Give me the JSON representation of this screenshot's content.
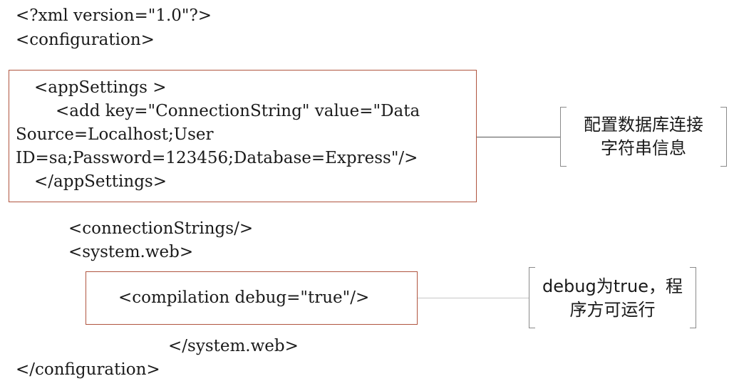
{
  "code": {
    "line_xml_decl": "<?xml version=\"1.0\"?>",
    "line_config_open": "<configuration>",
    "line_appsettings_open": "<appSettings >",
    "line_add_1": "<add key=\"ConnectionString\" value=\"Data",
    "line_add_2": "Source=Localhost;User",
    "line_add_3": "ID=sa;Password=123456;Database=Express\"/>",
    "line_appsettings_close": "</appSettings>",
    "line_connstrings": "<connectionStrings/>",
    "line_systemweb_open": "<system.web>",
    "line_compilation": "<compilation debug=\"true\"/>",
    "line_systemweb_close": "</system.web>",
    "line_config_close": "</configuration>"
  },
  "callouts": {
    "connection": {
      "line1": "配置数据库连接",
      "line2": "字符串信息"
    },
    "debug": {
      "line1": "debug为true，程",
      "line2": "序方可运行"
    }
  },
  "colors": {
    "box_border": "#b0553f",
    "text": "#1a1a1a",
    "connector": "#555555"
  }
}
